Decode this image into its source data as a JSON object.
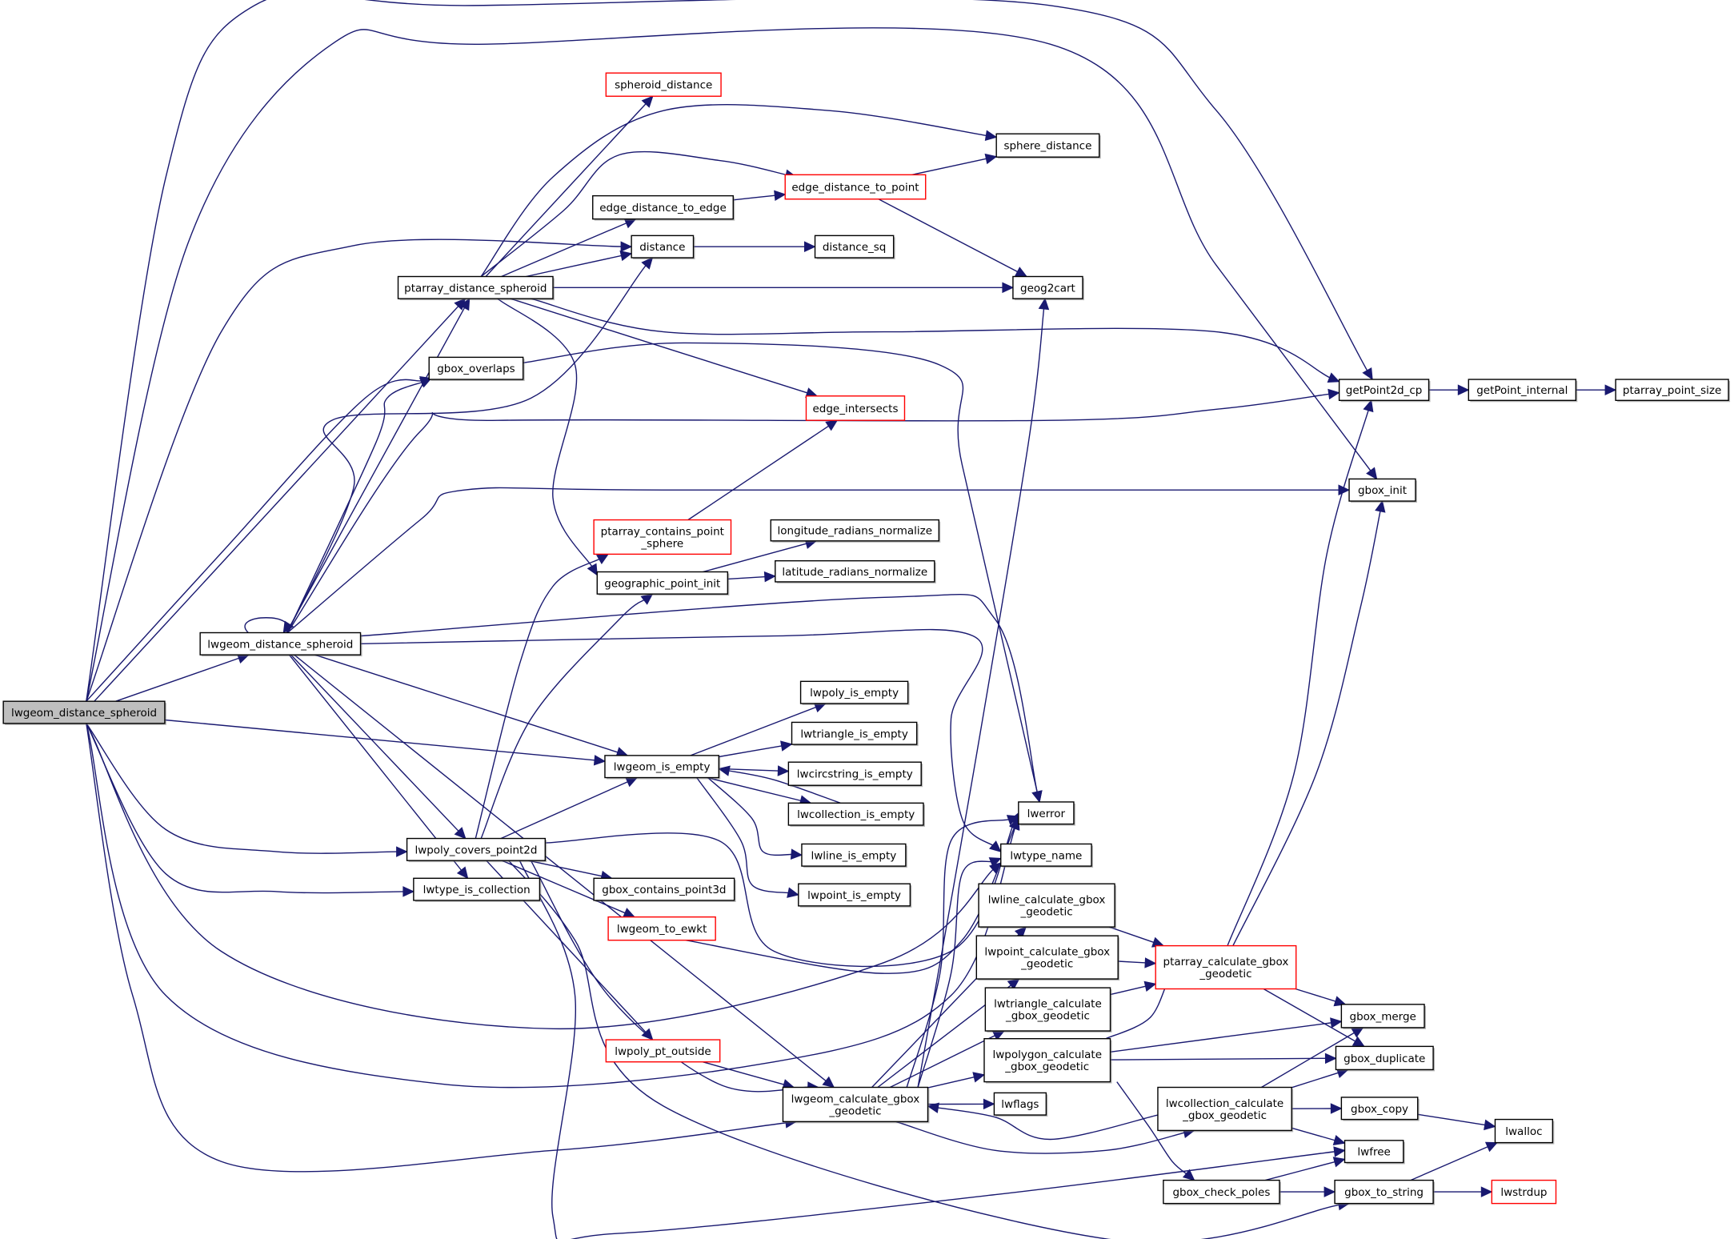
{
  "title": "Call graph of lwgeom_distance_spheroid",
  "colors": {
    "edge": "#191970",
    "root_fill": "#bfbfbf",
    "node_border": "#000000",
    "incomplete_border": "#ff0000",
    "background": "#ffffff"
  },
  "nodes": [
    {
      "id": "root",
      "lines": [
        "lwgeom_distance_spheroid"
      ],
      "kind": "root"
    },
    {
      "id": "lwgeom_distance_spheroid",
      "lines": [
        "lwgeom_distance_spheroid"
      ],
      "kind": "normal"
    },
    {
      "id": "ptarray_distance_spheroid",
      "lines": [
        "ptarray_distance_spheroid"
      ],
      "kind": "normal"
    },
    {
      "id": "spheroid_distance",
      "lines": [
        "spheroid_distance"
      ],
      "kind": "red"
    },
    {
      "id": "sphere_distance",
      "lines": [
        "sphere_distance"
      ],
      "kind": "normal"
    },
    {
      "id": "edge_distance_to_point",
      "lines": [
        "edge_distance_to_point"
      ],
      "kind": "red"
    },
    {
      "id": "edge_distance_to_edge",
      "lines": [
        "edge_distance_to_edge"
      ],
      "kind": "normal"
    },
    {
      "id": "distance",
      "lines": [
        "distance"
      ],
      "kind": "normal"
    },
    {
      "id": "distance_sq",
      "lines": [
        "distance_sq"
      ],
      "kind": "normal"
    },
    {
      "id": "geog2cart",
      "lines": [
        "geog2cart"
      ],
      "kind": "normal"
    },
    {
      "id": "gbox_overlaps",
      "lines": [
        "gbox_overlaps"
      ],
      "kind": "normal"
    },
    {
      "id": "getPoint2d_cp",
      "lines": [
        "getPoint2d_cp"
      ],
      "kind": "normal"
    },
    {
      "id": "getPoint_internal",
      "lines": [
        "getPoint_internal"
      ],
      "kind": "normal"
    },
    {
      "id": "ptarray_point_size",
      "lines": [
        "ptarray_point_size"
      ],
      "kind": "normal"
    },
    {
      "id": "edge_intersects",
      "lines": [
        "edge_intersects"
      ],
      "kind": "red"
    },
    {
      "id": "gbox_init",
      "lines": [
        "gbox_init"
      ],
      "kind": "normal"
    },
    {
      "id": "ptarray_contains_point_sphere",
      "lines": [
        "ptarray_contains_point",
        "_sphere"
      ],
      "kind": "red"
    },
    {
      "id": "longitude_radians_normalize",
      "lines": [
        "longitude_radians_normalize"
      ],
      "kind": "normal"
    },
    {
      "id": "geographic_point_init",
      "lines": [
        "geographic_point_init"
      ],
      "kind": "normal"
    },
    {
      "id": "latitude_radians_normalize",
      "lines": [
        "latitude_radians_normalize"
      ],
      "kind": "normal"
    },
    {
      "id": "lwpoly_is_empty",
      "lines": [
        "lwpoly_is_empty"
      ],
      "kind": "normal"
    },
    {
      "id": "lwtriangle_is_empty",
      "lines": [
        "lwtriangle_is_empty"
      ],
      "kind": "normal"
    },
    {
      "id": "lwgeom_is_empty",
      "lines": [
        "lwgeom_is_empty"
      ],
      "kind": "normal"
    },
    {
      "id": "lwcircstring_is_empty",
      "lines": [
        "lwcircstring_is_empty"
      ],
      "kind": "normal"
    },
    {
      "id": "lwerror",
      "lines": [
        "lwerror"
      ],
      "kind": "normal"
    },
    {
      "id": "lwcollection_is_empty",
      "lines": [
        "lwcollection_is_empty"
      ],
      "kind": "normal"
    },
    {
      "id": "lwpoly_covers_point2d",
      "lines": [
        "lwpoly_covers_point2d"
      ],
      "kind": "normal"
    },
    {
      "id": "lwtype_name",
      "lines": [
        "lwtype_name"
      ],
      "kind": "normal"
    },
    {
      "id": "lwline_is_empty",
      "lines": [
        "lwline_is_empty"
      ],
      "kind": "normal"
    },
    {
      "id": "lwtype_is_collection",
      "lines": [
        "lwtype_is_collection"
      ],
      "kind": "normal"
    },
    {
      "id": "gbox_contains_point3d",
      "lines": [
        "gbox_contains_point3d"
      ],
      "kind": "normal"
    },
    {
      "id": "lwpoint_is_empty",
      "lines": [
        "lwpoint_is_empty"
      ],
      "kind": "normal"
    },
    {
      "id": "lwline_calculate_gbox_geodetic",
      "lines": [
        "lwline_calculate_gbox",
        "_geodetic"
      ],
      "kind": "normal"
    },
    {
      "id": "lwgeom_to_ewkt",
      "lines": [
        "lwgeom_to_ewkt"
      ],
      "kind": "red"
    },
    {
      "id": "lwpoint_calculate_gbox_geodetic",
      "lines": [
        "lwpoint_calculate_gbox",
        "_geodetic"
      ],
      "kind": "normal"
    },
    {
      "id": "ptarray_calculate_gbox_geodetic",
      "lines": [
        "ptarray_calculate_gbox",
        "_geodetic"
      ],
      "kind": "red"
    },
    {
      "id": "lwtriangle_calculate_gbox_geodetic",
      "lines": [
        "lwtriangle_calculate",
        "_gbox_geodetic"
      ],
      "kind": "normal"
    },
    {
      "id": "gbox_merge",
      "lines": [
        "gbox_merge"
      ],
      "kind": "normal"
    },
    {
      "id": "lwpoly_pt_outside",
      "lines": [
        "lwpoly_pt_outside"
      ],
      "kind": "red"
    },
    {
      "id": "lwpolygon_calculate_gbox_geodetic",
      "lines": [
        "lwpolygon_calculate",
        "_gbox_geodetic"
      ],
      "kind": "normal"
    },
    {
      "id": "gbox_duplicate",
      "lines": [
        "gbox_duplicate"
      ],
      "kind": "normal"
    },
    {
      "id": "lwgeom_calculate_gbox_geodetic",
      "lines": [
        "lwgeom_calculate_gbox",
        "_geodetic"
      ],
      "kind": "normal"
    },
    {
      "id": "lwcollection_calculate_gbox_geodetic",
      "lines": [
        "lwcollection_calculate",
        "_gbox_geodetic"
      ],
      "kind": "normal"
    },
    {
      "id": "lwflags",
      "lines": [
        "lwflags"
      ],
      "kind": "normal"
    },
    {
      "id": "gbox_copy",
      "lines": [
        "gbox_copy"
      ],
      "kind": "normal"
    },
    {
      "id": "lwalloc",
      "lines": [
        "lwalloc"
      ],
      "kind": "normal"
    },
    {
      "id": "lwfree",
      "lines": [
        "lwfree"
      ],
      "kind": "normal"
    },
    {
      "id": "gbox_check_poles",
      "lines": [
        "gbox_check_poles"
      ],
      "kind": "normal"
    },
    {
      "id": "gbox_to_string",
      "lines": [
        "gbox_to_string"
      ],
      "kind": "normal"
    },
    {
      "id": "lwstrdup",
      "lines": [
        "lwstrdup"
      ],
      "kind": "red"
    }
  ],
  "edges": [
    [
      "root",
      "getPoint2d_cp"
    ],
    [
      "root",
      "gbox_init"
    ],
    [
      "root",
      "distance"
    ],
    [
      "root",
      "ptarray_distance_spheroid"
    ],
    [
      "root",
      "gbox_overlaps"
    ],
    [
      "root",
      "lwgeom_distance_spheroid"
    ],
    [
      "root",
      "lwgeom_is_empty"
    ],
    [
      "root",
      "lwpoly_covers_point2d"
    ],
    [
      "root",
      "lwtype_is_collection"
    ],
    [
      "root",
      "lwtype_name"
    ],
    [
      "root",
      "lwerror"
    ],
    [
      "root",
      "lwgeom_calculate_gbox_geodetic"
    ],
    [
      "lwgeom_distance_spheroid",
      "lwgeom_distance_spheroid"
    ],
    [
      "lwgeom_distance_spheroid",
      "ptarray_distance_spheroid"
    ],
    [
      "lwgeom_distance_spheroid",
      "gbox_overlaps"
    ],
    [
      "lwgeom_distance_spheroid",
      "distance"
    ],
    [
      "lwgeom_distance_spheroid",
      "getPoint2d_cp"
    ],
    [
      "lwgeom_distance_spheroid",
      "gbox_init"
    ],
    [
      "lwgeom_distance_spheroid",
      "lwerror"
    ],
    [
      "lwgeom_distance_spheroid",
      "lwtype_name"
    ],
    [
      "lwgeom_distance_spheroid",
      "lwgeom_is_empty"
    ],
    [
      "lwgeom_distance_spheroid",
      "lwpoly_covers_point2d"
    ],
    [
      "lwgeom_distance_spheroid",
      "lwtype_is_collection"
    ],
    [
      "lwgeom_distance_spheroid",
      "lwgeom_calculate_gbox_geodetic"
    ],
    [
      "ptarray_distance_spheroid",
      "spheroid_distance"
    ],
    [
      "ptarray_distance_spheroid",
      "sphere_distance"
    ],
    [
      "ptarray_distance_spheroid",
      "edge_distance_to_point"
    ],
    [
      "ptarray_distance_spheroid",
      "edge_distance_to_edge"
    ],
    [
      "ptarray_distance_spheroid",
      "distance"
    ],
    [
      "ptarray_distance_spheroid",
      "geog2cart"
    ],
    [
      "ptarray_distance_spheroid",
      "getPoint2d_cp"
    ],
    [
      "ptarray_distance_spheroid",
      "edge_intersects"
    ],
    [
      "ptarray_distance_spheroid",
      "geographic_point_init"
    ],
    [
      "edge_distance_to_edge",
      "edge_distance_to_point"
    ],
    [
      "edge_distance_to_point",
      "sphere_distance"
    ],
    [
      "edge_distance_to_point",
      "geog2cart"
    ],
    [
      "distance",
      "distance_sq"
    ],
    [
      "gbox_overlaps",
      "lwerror"
    ],
    [
      "getPoint2d_cp",
      "getPoint_internal"
    ],
    [
      "getPoint_internal",
      "ptarray_point_size"
    ],
    [
      "ptarray_contains_point_sphere",
      "edge_intersects"
    ],
    [
      "geographic_point_init",
      "longitude_radians_normalize"
    ],
    [
      "geographic_point_init",
      "latitude_radians_normalize"
    ],
    [
      "lwgeom_is_empty",
      "lwpoly_is_empty"
    ],
    [
      "lwgeom_is_empty",
      "lwtriangle_is_empty"
    ],
    [
      "lwgeom_is_empty",
      "lwcircstring_is_empty"
    ],
    [
      "lwgeom_is_empty",
      "lwcollection_is_empty"
    ],
    [
      "lwgeom_is_empty",
      "lwline_is_empty"
    ],
    [
      "lwgeom_is_empty",
      "lwpoint_is_empty"
    ],
    [
      "lwcollection_is_empty",
      "lwgeom_is_empty"
    ],
    [
      "lwpoly_covers_point2d",
      "lwgeom_is_empty"
    ],
    [
      "lwpoly_covers_point2d",
      "geographic_point_init"
    ],
    [
      "lwpoly_covers_point2d",
      "ptarray_contains_point_sphere"
    ],
    [
      "lwpoly_covers_point2d",
      "gbox_contains_point3d"
    ],
    [
      "lwpoly_covers_point2d",
      "lwgeom_to_ewkt"
    ],
    [
      "lwpoly_covers_point2d",
      "lwpoly_pt_outside"
    ],
    [
      "lwpoly_covers_point2d",
      "lwgeom_calculate_gbox_geodetic"
    ],
    [
      "lwpoly_covers_point2d",
      "lwerror"
    ],
    [
      "lwpoly_covers_point2d",
      "gbox_to_string"
    ],
    [
      "lwpoly_covers_point2d",
      "lwfree"
    ],
    [
      "lwgeom_to_ewkt",
      "lwerror"
    ],
    [
      "lwpoly_pt_outside",
      "lwgeom_calculate_gbox_geodetic"
    ],
    [
      "lwgeom_calculate_gbox_geodetic",
      "geog2cart"
    ],
    [
      "lwgeom_calculate_gbox_geodetic",
      "lwerror"
    ],
    [
      "lwgeom_calculate_gbox_geodetic",
      "lwtype_name"
    ],
    [
      "lwgeom_calculate_gbox_geodetic",
      "lwline_calculate_gbox_geodetic"
    ],
    [
      "lwgeom_calculate_gbox_geodetic",
      "lwpoint_calculate_gbox_geodetic"
    ],
    [
      "lwgeom_calculate_gbox_geodetic",
      "lwtriangle_calculate_gbox_geodetic"
    ],
    [
      "lwgeom_calculate_gbox_geodetic",
      "lwpolygon_calculate_gbox_geodetic"
    ],
    [
      "lwgeom_calculate_gbox_geodetic",
      "lwflags"
    ],
    [
      "lwgeom_calculate_gbox_geodetic",
      "lwcollection_calculate_gbox_geodetic"
    ],
    [
      "lwline_calculate_gbox_geodetic",
      "ptarray_calculate_gbox_geodetic"
    ],
    [
      "lwpoint_calculate_gbox_geodetic",
      "ptarray_calculate_gbox_geodetic"
    ],
    [
      "lwtriangle_calculate_gbox_geodetic",
      "ptarray_calculate_gbox_geodetic"
    ],
    [
      "lwpolygon_calculate_gbox_geodetic",
      "ptarray_calculate_gbox_geodetic"
    ],
    [
      "lwpolygon_calculate_gbox_geodetic",
      "gbox_merge"
    ],
    [
      "lwpolygon_calculate_gbox_geodetic",
      "gbox_duplicate"
    ],
    [
      "lwpolygon_calculate_gbox_geodetic",
      "gbox_check_poles"
    ],
    [
      "ptarray_calculate_gbox_geodetic",
      "getPoint2d_cp"
    ],
    [
      "ptarray_calculate_gbox_geodetic",
      "gbox_init"
    ],
    [
      "ptarray_calculate_gbox_geodetic",
      "gbox_merge"
    ],
    [
      "ptarray_calculate_gbox_geodetic",
      "gbox_duplicate"
    ],
    [
      "lwcollection_calculate_gbox_geodetic",
      "lwgeom_calculate_gbox_geodetic"
    ],
    [
      "lwcollection_calculate_gbox_geodetic",
      "gbox_merge"
    ],
    [
      "lwcollection_calculate_gbox_geodetic",
      "gbox_duplicate"
    ],
    [
      "lwcollection_calculate_gbox_geodetic",
      "gbox_copy"
    ],
    [
      "lwcollection_calculate_gbox_geodetic",
      "lwfree"
    ],
    [
      "gbox_copy",
      "lwalloc"
    ],
    [
      "gbox_check_poles",
      "gbox_to_string"
    ],
    [
      "gbox_check_poles",
      "lwfree"
    ],
    [
      "gbox_to_string",
      "lwalloc"
    ],
    [
      "gbox_to_string",
      "lwstrdup"
    ]
  ]
}
